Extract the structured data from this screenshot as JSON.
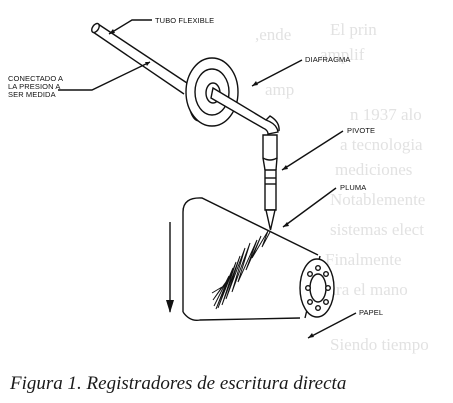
{
  "labels": {
    "tubo": "TUBO FLEXIBLE",
    "conectado_1": "CONECTADO A",
    "conectado_2": "LA PRESION A",
    "conectado_3": "SER MEDIDA",
    "diafragma": "DIAFRAGMA",
    "pivote": "PIVOTE",
    "pluma": "PLUMA",
    "papel": "PAPEL"
  },
  "caption": "Figura 1. Registradores de escritura directa",
  "colors": {
    "ink": "#111111",
    "paper": "#ffffff"
  }
}
